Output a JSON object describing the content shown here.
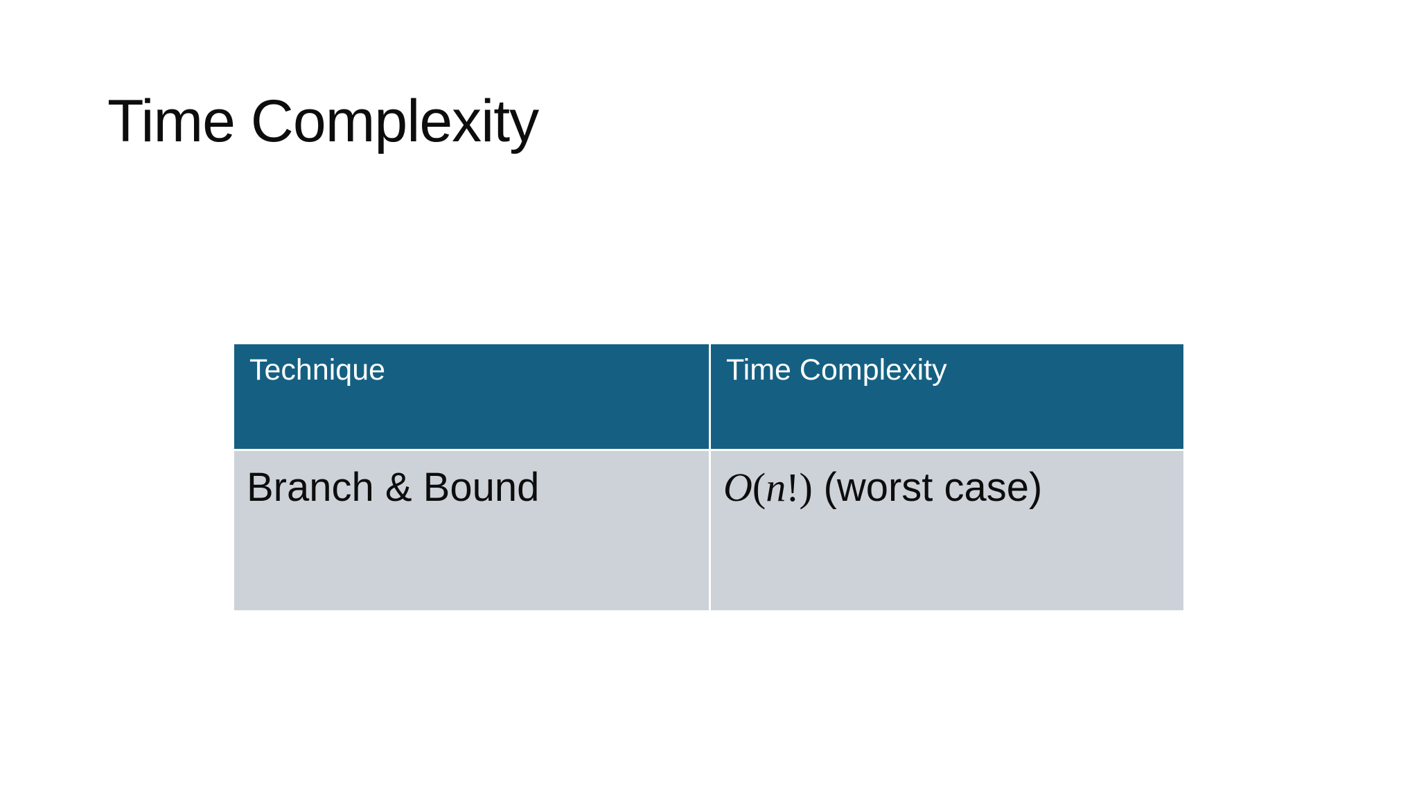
{
  "slide_title": "Time Complexity",
  "table": {
    "headers": [
      "Technique",
      "Time Complexity"
    ],
    "row": {
      "technique": "Branch & Bound",
      "complexity": {
        "big_o": "O",
        "open_paren": "(",
        "variable": "n",
        "factorial_close": "!)",
        "note": "(worst case)"
      }
    }
  },
  "colors": {
    "header_bg": "#156082",
    "header_text": "#FFFFFF",
    "row_bg": "#CDD2D9",
    "text": "#0D0D0D",
    "divider": "#FFFFFF",
    "slide_bg": "#FFFFFF"
  }
}
